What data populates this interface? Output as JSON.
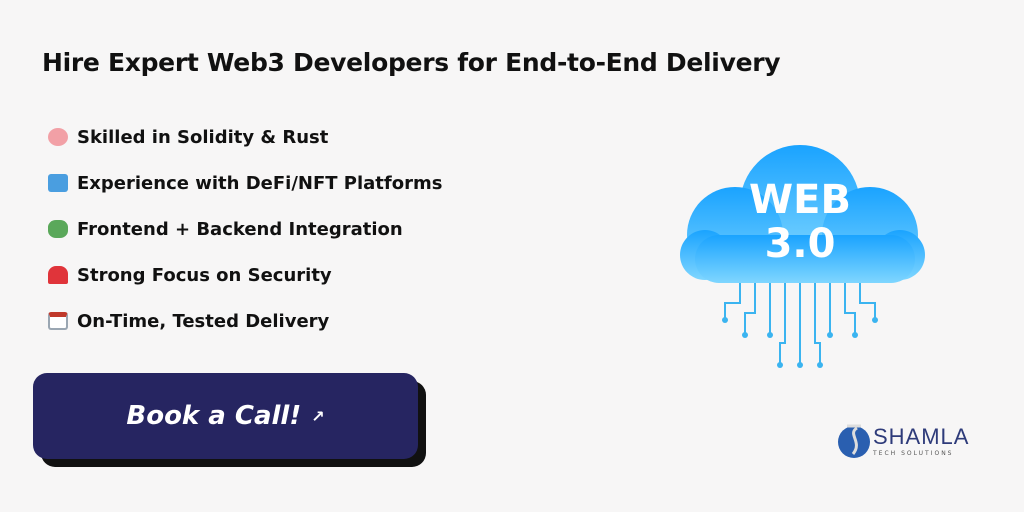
{
  "title": "Hire Expert Web3 Developers for End-to-End Delivery",
  "features": [
    {
      "icon": "brain-icon",
      "label": "Skilled in Solidity & Rust",
      "color": "#f2a0a6"
    },
    {
      "icon": "folder-icon",
      "label": "Experience with DeFi/NFT Platforms",
      "color": "#4a9ee0"
    },
    {
      "icon": "puzzle-icon",
      "label": "Frontend + Backend Integration",
      "color": "#5aa85a"
    },
    {
      "icon": "siren-icon",
      "label": "Strong Focus on Security",
      "color": "#e0343a"
    },
    {
      "icon": "calendar-icon",
      "label": "On-Time, Tested Delivery",
      "color": "#9aa6b2"
    }
  ],
  "cta": {
    "label": "Book a Call!",
    "arrow": "↗"
  },
  "cloud": {
    "line1": "WEB",
    "line2": "3.0"
  },
  "logo": {
    "name": "SHAMLA",
    "tagline": "TECH SOLUTIONS"
  }
}
